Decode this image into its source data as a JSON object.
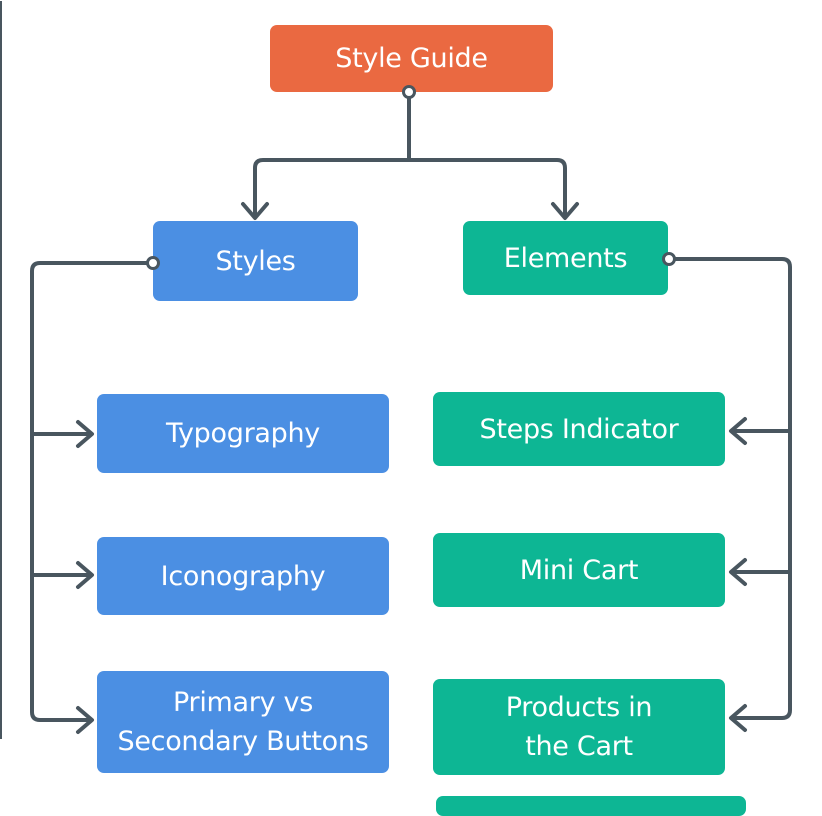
{
  "colors": {
    "root": "#ea6941",
    "styles": "#4b8fe3",
    "elements": "#0db694",
    "connector": "#49565f"
  },
  "nodes": {
    "root": "Style Guide",
    "styles": "Styles",
    "elements": "Elements",
    "typography": "Typography",
    "iconography": "Iconography",
    "buttons_line1": "Primary vs",
    "buttons_line2": "Secondary Buttons",
    "steps": "Steps Indicator",
    "minicart": "Mini Cart",
    "products_line1": "Products in",
    "products_line2": "the Cart"
  }
}
